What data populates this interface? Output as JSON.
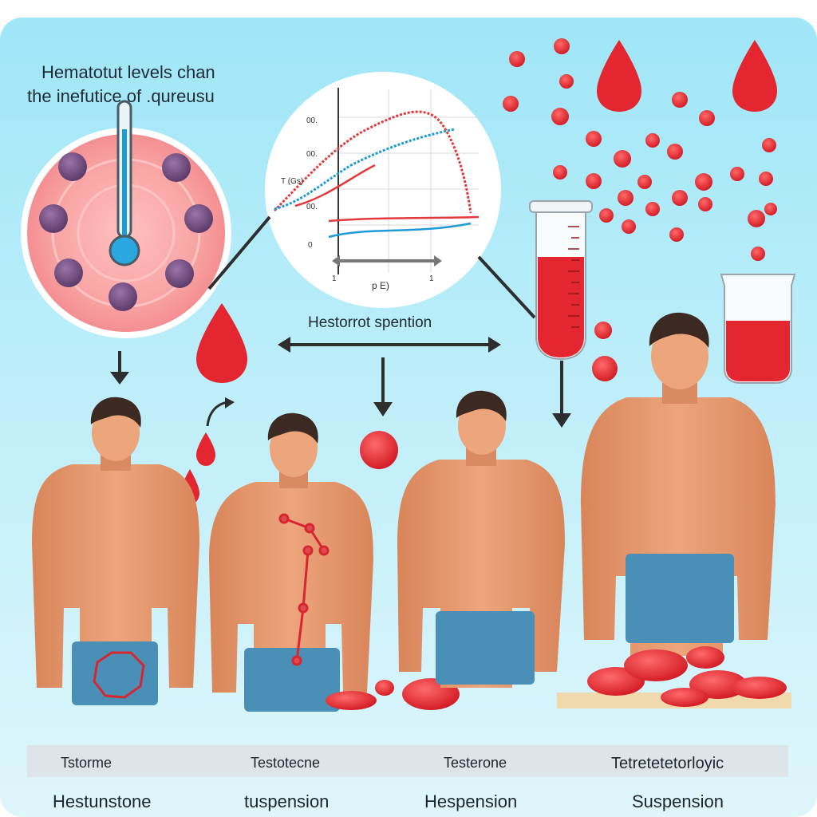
{
  "title": {
    "line1": "Hematotut levels chan",
    "line2": "the inefutice of .qureusu"
  },
  "center_label": "Hestorrot spention",
  "chart": {
    "y_axis_label": "T (Gs)",
    "y_tick_labels": [
      "00.",
      "00.",
      "00.",
      "0"
    ],
    "x_axis_label": "p E)",
    "x_tick_labels": [
      "1",
      "1"
    ]
  },
  "figures": [
    {
      "top_label": "Tstorme",
      "bottom_label": "Hestunstone"
    },
    {
      "top_label": "Testotecne",
      "bottom_label": "tuspension"
    },
    {
      "top_label": "Testerone",
      "bottom_label": "Hespension"
    },
    {
      "top_label": "Tetretetetorloyic",
      "bottom_label": "Suspension"
    }
  ],
  "colors": {
    "background": "#bdeefa",
    "blood_red": "#e0262f",
    "skin": "#e59a6e",
    "shorts": "#4a8fb5",
    "chart_red": "#e23a3a",
    "chart_blue": "#1e9ad6",
    "label_band": "#dde4ea"
  },
  "icons": [
    "thermometer-icon",
    "blood-drop-icon",
    "test-tube-icon",
    "beaker-icon",
    "molecule-icon",
    "red-blood-cell-icon"
  ]
}
